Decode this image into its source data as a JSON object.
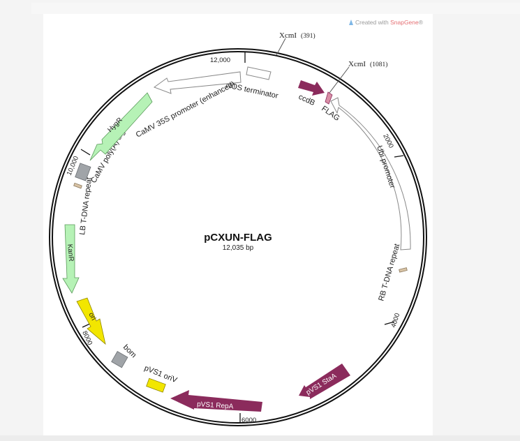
{
  "plasmid": {
    "name": "pCXUN-FLAG",
    "length_label": "12,035 bp",
    "length_bp": 12035
  },
  "watermark": {
    "prefix": "Created with ",
    "brand": "SnapGene",
    "mark": "®",
    "brand_color": "#e56f73"
  },
  "ticks": [
    "12,000",
    "2000",
    "4000",
    "6000",
    "8000",
    "10,000"
  ],
  "sites": [
    {
      "name": "XcmI",
      "pos_label": "(391)"
    },
    {
      "name": "XcmI",
      "pos_label": "(1081)"
    }
  ],
  "features": [
    {
      "name": "NOS terminator",
      "color": "#ffffff"
    },
    {
      "name": "ccdB",
      "color": "#8b2b5c"
    },
    {
      "name": "FLAG",
      "color": "#d98fa6"
    },
    {
      "name": "Ubi promoter",
      "color": "#ffffff"
    },
    {
      "name": "RB T-DNA repeat",
      "color": "#d8c3a5"
    },
    {
      "name": "pVS1 StaA",
      "color": "#8b2b5c"
    },
    {
      "name": "pVS1 RepA",
      "color": "#8b2b5c"
    },
    {
      "name": "pVS1 oriV",
      "color": "#f2e600"
    },
    {
      "name": "bom",
      "color": "#a0a4a8"
    },
    {
      "name": "ori",
      "color": "#f2e600"
    },
    {
      "name": "KanR",
      "color": "#b6f2b6"
    },
    {
      "name": "LB T-DNA repeat",
      "color": "#d8c3a5"
    },
    {
      "name": "CaMV poly(A) signal",
      "color": "#a0a4a8"
    },
    {
      "name": "HygR",
      "color": "#b6f2b6"
    },
    {
      "name": "CaMV 35S promoter (enhanced)",
      "color": "#ffffff"
    }
  ]
}
